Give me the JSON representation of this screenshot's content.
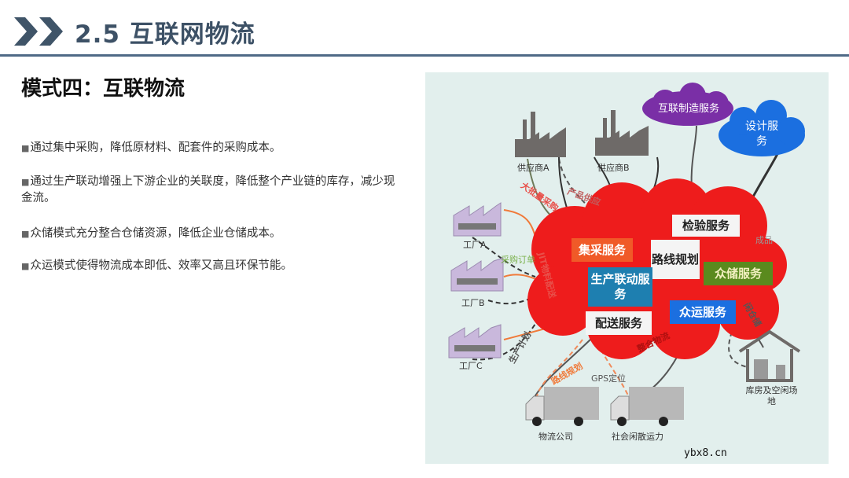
{
  "header": {
    "title": "2.5 互联网物流",
    "icon": "double-chevron-right-icon",
    "accent": "#3d5166"
  },
  "subtitle": "模式四：互联物流",
  "bullets": [
    "通过集中采购，降低原材料、配套件的采购成本。",
    "通过生产联动增强上下游企业的关联度，降低整个产业链的库存，减少现金流。",
    "众储模式充分整合仓储资源，降低企业仓储成本。",
    "众运模式使得物流成本即低、效率又高且环保节能。"
  ],
  "bullet_marker": "■",
  "diagram": {
    "suppliers": [
      "供应商A",
      "供应商B"
    ],
    "factories": [
      "工厂A",
      "工厂B",
      "工厂C"
    ],
    "clouds": {
      "manufacturing": "互联制造服务",
      "design": "设计服务"
    },
    "services": {
      "procurement": "集采服务",
      "inspection": "检验服务",
      "route": "路线规划",
      "storage": "众储服务",
      "production": "生产联动服务",
      "transport": "众运服务",
      "delivery": "配送服务"
    },
    "flow_labels": {
      "bulk": "大批量采购",
      "supply": "产品供应",
      "order": "采购订单",
      "jit": "JIT物料配送",
      "plan": "生产计划",
      "routeplan": "路线规划",
      "integrate": "整合物流",
      "gps": "GPS定位",
      "product": "成品",
      "idle": "闲仓储"
    },
    "warehouse": "库房及空闲场地",
    "trucks": [
      "物流公司",
      "社会闲散运力"
    ],
    "colors": {
      "cloud_red": "#ee1c1c",
      "purple": "#7a2fa6",
      "blue": "#1b6fe0",
      "procurement": "#f05a28",
      "production": "#1e7fb0",
      "storage": "#5a8a1e"
    }
  },
  "watermark": "ybx8.cn"
}
